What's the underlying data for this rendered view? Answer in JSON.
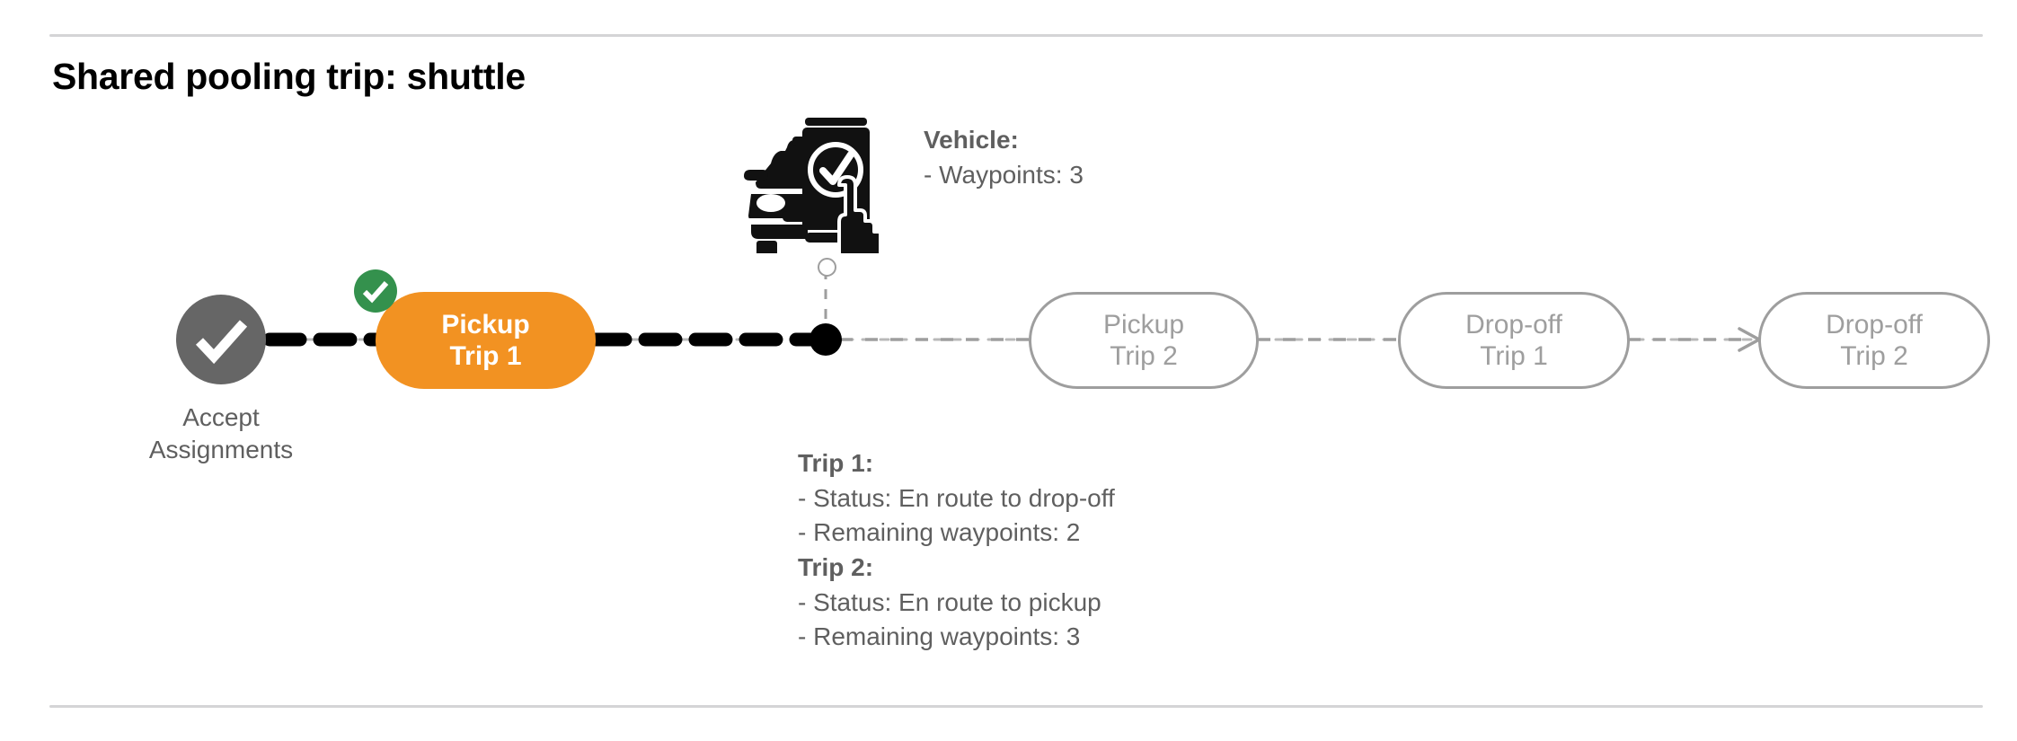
{
  "slide": {
    "title": "Shared pooling trip: shuttle",
    "rule_color": "#d4d4d6",
    "background": "#ffffff"
  },
  "colors": {
    "active_node": "#F29222",
    "pending_node_stroke": "#9e9e9e",
    "pending_node_text": "#9e9e9e",
    "completed_badge": "#34914D",
    "circle_node": "#666666",
    "annotation_text": "#5f5f5f",
    "traveled_path": "#000000",
    "remaining_path": "#9e9e9e"
  },
  "flow": {
    "start_node": {
      "name": "accept-assignments",
      "caption_line1": "Accept",
      "caption_line2": "Assignments",
      "icon": "check-icon",
      "state": "completed"
    },
    "nodes": [
      {
        "id": "pickup-trip-1",
        "line1": "Pickup",
        "line2": "Trip 1",
        "state": "active",
        "has_completed_badge": true
      },
      {
        "id": "pickup-trip-2",
        "line1": "Pickup",
        "line2": "Trip 2",
        "state": "pending",
        "has_completed_badge": false
      },
      {
        "id": "drop-off-trip-1",
        "line1": "Drop-off",
        "line2": "Trip 1",
        "state": "pending",
        "has_completed_badge": false
      },
      {
        "id": "drop-off-trip-2",
        "line1": "Drop-off",
        "line2": "Trip 2",
        "state": "pending",
        "has_completed_badge": false
      }
    ]
  },
  "vehicle_marker": {
    "icon": "vehicle-phone-check-icon",
    "annotation": {
      "header": "Vehicle:",
      "rows": [
        "- Waypoints: 3"
      ]
    }
  },
  "trips_annotation": [
    {
      "header": "Trip 1:",
      "rows": [
        "- Status:  En route to drop-off",
        "- Remaining waypoints: 2"
      ]
    },
    {
      "header": "Trip 2:",
      "rows": [
        "- Status:  En route to pickup",
        "- Remaining waypoints: 3"
      ]
    }
  ]
}
